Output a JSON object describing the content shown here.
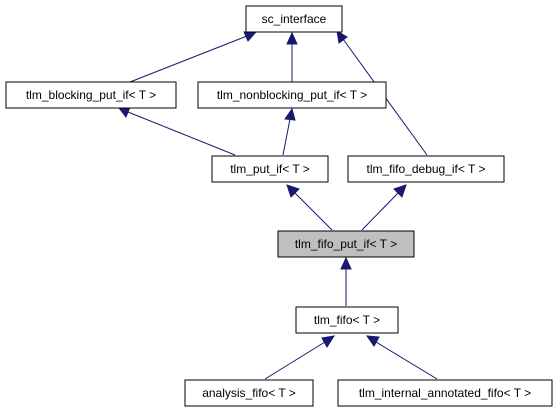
{
  "diagram": {
    "colors": {
      "edge": "#191970",
      "node_border": "#000000",
      "node_fill": "#ffffff",
      "highlight_fill": "#bfbfbf"
    },
    "nodes": {
      "sc_interface": "sc_interface",
      "tlm_blocking_put_if": "tlm_blocking_put_if< T >",
      "tlm_nonblocking_put_if": "tlm_nonblocking_put_if< T >",
      "tlm_put_if": "tlm_put_if< T >",
      "tlm_fifo_debug_if": "tlm_fifo_debug_if< T >",
      "tlm_fifo_put_if": "tlm_fifo_put_if< T >",
      "tlm_fifo": "tlm_fifo< T >",
      "analysis_fifo": "analysis_fifo< T >",
      "tlm_internal_annotated_fifo": "tlm_internal_annotated_fifo< T >"
    },
    "highlighted": "tlm_fifo_put_if"
  }
}
